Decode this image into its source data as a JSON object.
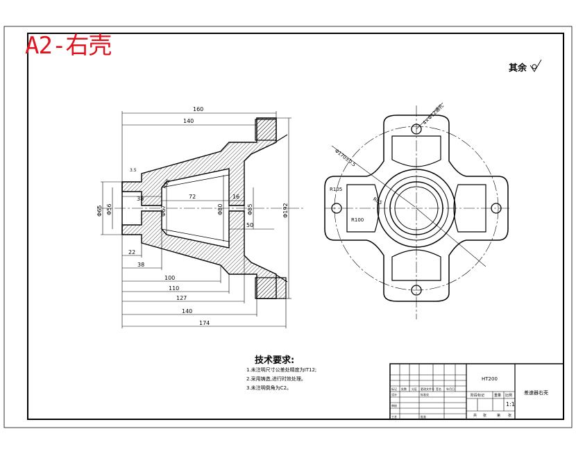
{
  "stamp": "A2-右壳",
  "roughness_note": "其余",
  "dimensions": {
    "d160": "160",
    "d140_top": "140",
    "d38_inner": "38",
    "d72": "72",
    "d16": "16",
    "d50": "50",
    "d22": "22",
    "d38_bottom": "38",
    "d100": "100",
    "d110": "110",
    "d127": "127",
    "d140_bottom": "140",
    "d174": "174",
    "dia65": "Φ65",
    "dia56": "Φ56",
    "dia67": "Φ67",
    "dia80": "Φ80",
    "dia85": "Φ85",
    "dia192": "Φ192",
    "r38": "R38",
    "r105": "R105",
    "r100": "R100",
    "r3": "3.5",
    "holes": "4×Φ12通孔",
    "pcd": "Φ170±0.5"
  },
  "tech_requirements": {
    "title": "技术要求:",
    "items": [
      "1.未注明尺寸公差处精度为IT12;",
      "2.采用铸造,进行时效处理。",
      "3.未注明倒角为C2。"
    ]
  },
  "title_block": {
    "material": "HT200",
    "part_name": "差速器右壳",
    "scale": "1:1",
    "ratio_label": "比例",
    "weight_label": "重量",
    "stage_label": "阶段标记",
    "sheet_labels": [
      "共",
      "张",
      "第",
      "张"
    ],
    "row_labels": [
      "标记",
      "处数",
      "分区",
      "更改文件号",
      "签名",
      "年月日"
    ],
    "left_labels": [
      "设计",
      "审核",
      "工艺",
      "标准化",
      "批准"
    ]
  }
}
